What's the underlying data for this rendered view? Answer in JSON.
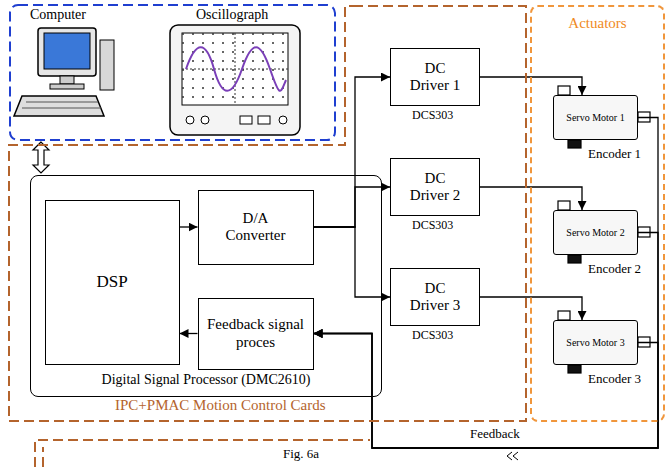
{
  "diagram": {
    "caption": "Fig. 6a",
    "nodes": [
      {
        "text": [
          "IPC+PMAC Motion Control Cards"
        ]
      },
      {
        "text": [
          "Digital Signal Processor (DMC2610)"
        ],
        "in": 0
      },
      {
        "text": [
          "DSP"
        ],
        "in": 1
      },
      {
        "text": [
          "D/A Converter"
        ],
        "in": 1
      },
      {
        "text": [
          "Feedback signal proces"
        ],
        "in": 1
      },
      {
        "text": [
          "DC Driver 1"
        ],
        "in": 0
      },
      {
        "text": [
          "DC Driver 2"
        ],
        "in": 0
      },
      {
        "text": [
          "DC Driver 3"
        ],
        "in": 0
      },
      {
        "text": [
          "Actuators"
        ]
      },
      {
        "text": [
          "Servo Motor 1"
        ],
        "in": 8
      },
      {
        "text": [
          "Servo Motor 2"
        ],
        "in": 8
      },
      {
        "text": [
          "Servo Motor 3"
        ],
        "in": 8
      }
    ],
    "edges": [
      {
        "from": 2,
        "to": 3,
        "arrow": "to"
      },
      {
        "from": 3,
        "to": 5,
        "arrow": "to"
      },
      {
        "from": 3,
        "to": 6,
        "arrow": "to"
      },
      {
        "from": 3,
        "to": 7,
        "arrow": "to"
      },
      {
        "from": 5,
        "to": 9,
        "arrow": "to"
      },
      {
        "from": 6,
        "to": 10,
        "arrow": "to"
      },
      {
        "from": 7,
        "to": 11,
        "arrow": "to"
      },
      {
        "from": 4,
        "to": 2,
        "arrow": "to"
      },
      {
        "from": 9,
        "to": 4,
        "arrow": "to"
      },
      {
        "from": 10,
        "to": 4,
        "arrow": "to"
      },
      {
        "from": 11,
        "to": 4,
        "arrow": "to"
      }
    ],
    "labels": [
      "Computer",
      "Oscillograph",
      "DCS303",
      "DCS303",
      "DCS303",
      "Encoder 1",
      "Encoder 2",
      "Encoder 3",
      "Feedback"
    ]
  }
}
